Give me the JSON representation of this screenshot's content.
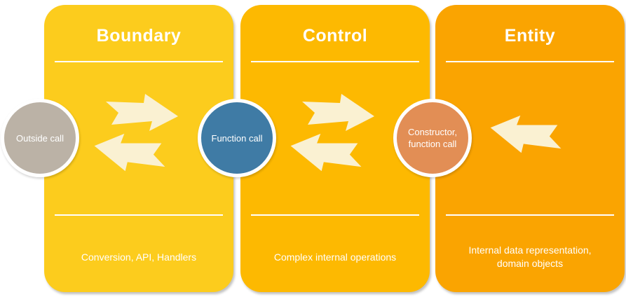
{
  "diagram": {
    "background": "#FFFFFF",
    "arrow_color": "#FAF1D2",
    "panels": [
      {
        "title": "Boundary",
        "caption": "Conversion, API, Handlers",
        "color": "#FCCC1D",
        "arrows": [
          "right",
          "left"
        ]
      },
      {
        "title": "Control",
        "caption": "Complex internal operations",
        "color": "#FDB901",
        "arrows": [
          "right",
          "left"
        ]
      },
      {
        "title": "Entity",
        "caption": "Internal data representation, domain objects",
        "color": "#FAA401",
        "arrows": [
          "left"
        ]
      }
    ],
    "connectors": [
      {
        "label": "Outside call",
        "color": "#BBB2A6"
      },
      {
        "label": "Function call",
        "color": "#3F7BA5"
      },
      {
        "label": "Constructor, function call",
        "color": "#E28E55"
      }
    ]
  }
}
